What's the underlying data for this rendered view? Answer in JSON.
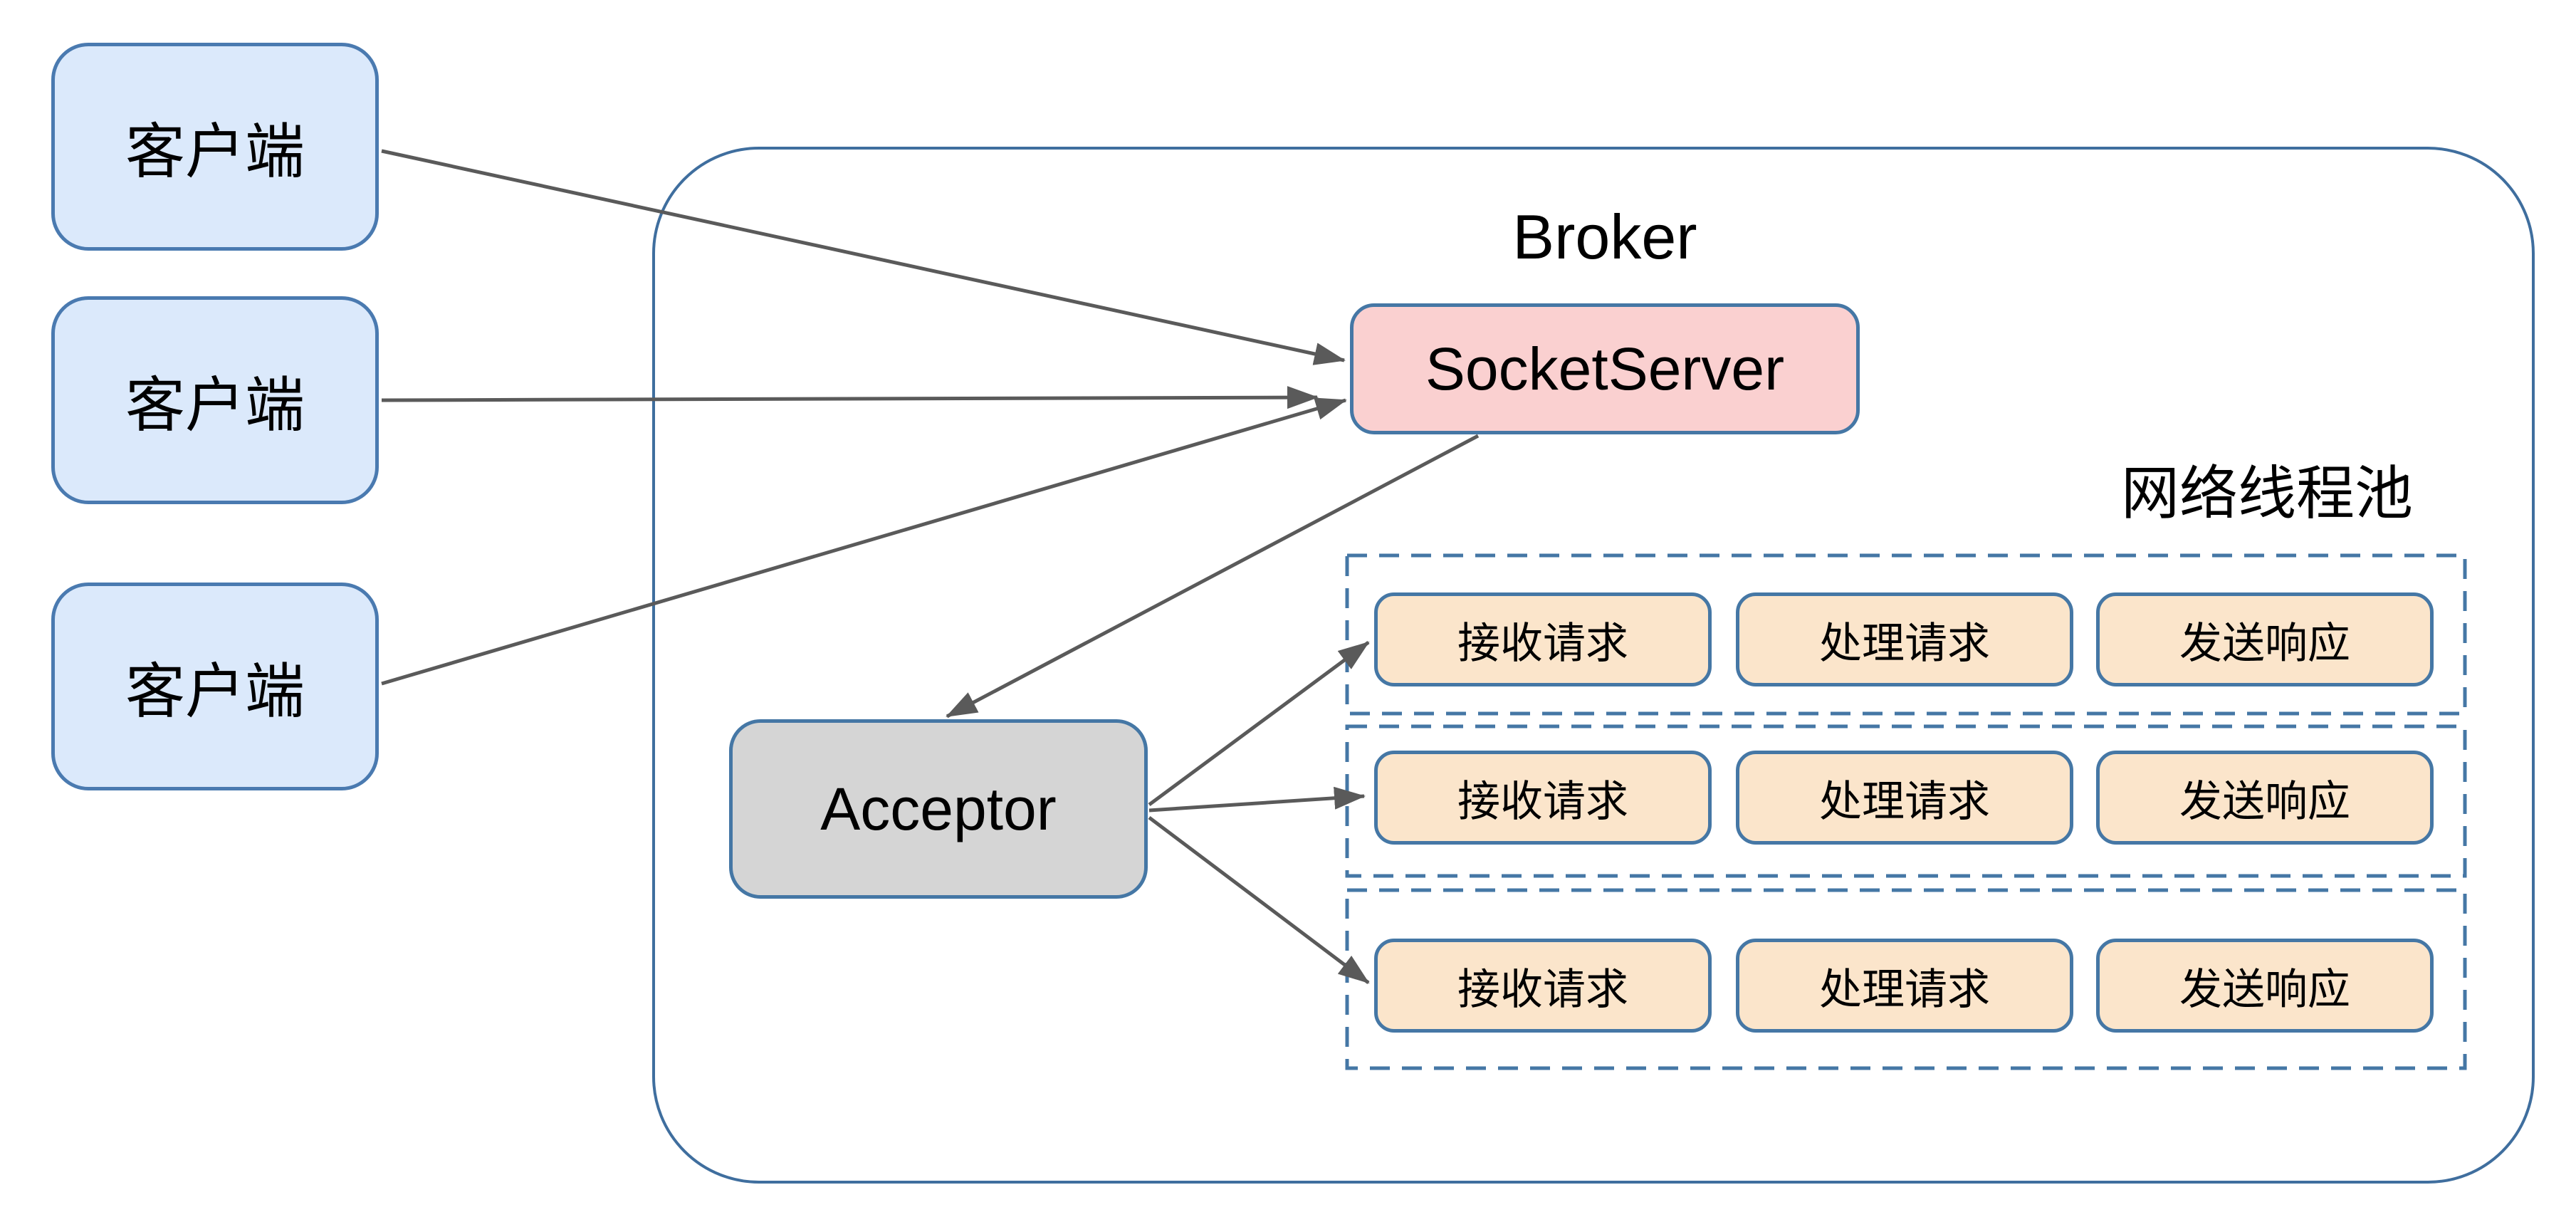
{
  "diagram": {
    "clients": [
      {
        "label": "客户端"
      },
      {
        "label": "客户端"
      },
      {
        "label": "客户端"
      }
    ],
    "broker": {
      "title": "Broker",
      "socket_server_label": "SocketServer",
      "acceptor_label": "Acceptor",
      "thread_pool": {
        "title": "网络线程池",
        "rows": [
          {
            "steps": [
              "接收请求",
              "处理请求",
              "发送响应"
            ]
          },
          {
            "steps": [
              "接收请求",
              "处理请求",
              "发送响应"
            ]
          },
          {
            "steps": [
              "接收请求",
              "处理请求",
              "发送响应"
            ]
          }
        ]
      }
    },
    "colors": {
      "client_fill": "#dbe9fb",
      "client_border": "#4a7ab0",
      "socket_server_fill": "#fad0d0",
      "acceptor_fill": "#d5d5d5",
      "step_fill": "#fbe5cb",
      "box_border": "#4577a5",
      "container_border": "#3f6e9e",
      "dashed_border": "#4577a5",
      "arrow": "#5a5a5a"
    }
  }
}
